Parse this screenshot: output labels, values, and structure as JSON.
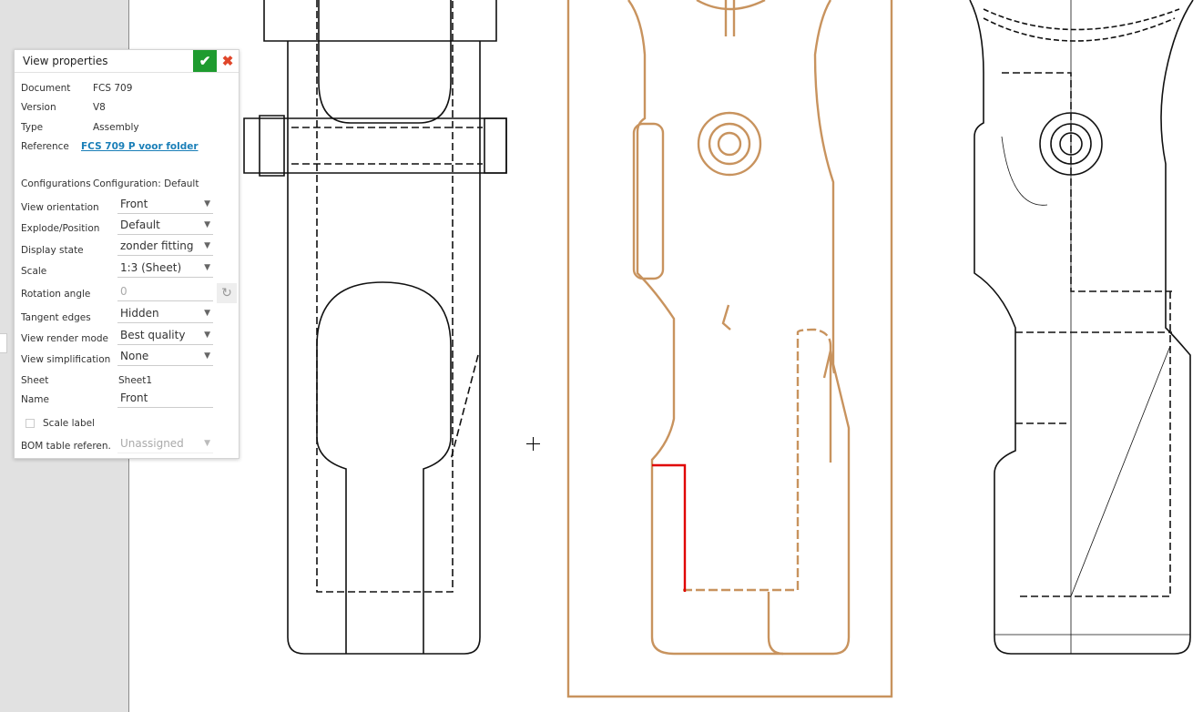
{
  "panel": {
    "title": "View properties",
    "ok_icon": "check-icon",
    "cancel_icon": "close-icon",
    "document_label": "Document",
    "document": "FCS 709",
    "version_label": "Version",
    "version": "V8",
    "type_label": "Type",
    "type": "Assembly",
    "reference_label": "Reference",
    "reference": "FCS 709 P voor folder",
    "configurations_label": "Configurations",
    "configurations": "Configuration: Default",
    "view_orientation_label": "View orientation",
    "view_orientation": "Front",
    "explode_label": "Explode/Position",
    "explode": "Default",
    "display_state_label": "Display state",
    "display_state": "zonder fitting",
    "scale_label": "Scale",
    "scale": "1:3 (Sheet)",
    "rotation_label": "Rotation angle",
    "rotation": "0",
    "tangent_label": "Tangent edges",
    "tangent": "Hidden",
    "render_label": "View render mode",
    "render": "Best quality",
    "simplification_label": "View simplification",
    "simplification": "None",
    "sheet_label": "Sheet",
    "sheet": "Sheet1",
    "name_label": "Name",
    "name": "Front",
    "scale_label_checkbox": "Scale label",
    "scale_label_checked": false,
    "bom_label": "BOM table referen...",
    "bom": "Unassigned"
  },
  "colors": {
    "selected_view": "#c8935e",
    "ok": "#1e9b2f",
    "highlight": "#e00000"
  }
}
